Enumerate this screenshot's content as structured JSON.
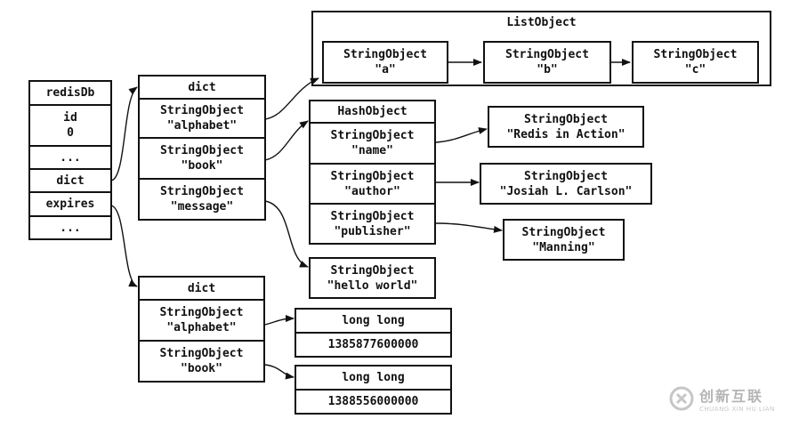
{
  "redisDb": {
    "title": "redisDb",
    "id": "id\n0",
    "ellipsis_1": "...",
    "dict": "dict",
    "expires": "expires",
    "ellipsis_2": "..."
  },
  "dict_main": {
    "title": "dict",
    "key_alphabet": "StringObject\n\"alphabet\"",
    "key_book": "StringObject\n\"book\"",
    "key_message": "StringObject\n\"message\""
  },
  "list_object": {
    "title": "ListObject",
    "item_a": "StringObject\n\"a\"",
    "item_b": "StringObject\n\"b\"",
    "item_c": "StringObject\n\"c\""
  },
  "hash_object": {
    "title": "HashObject",
    "field_name": "StringObject\n\"name\"",
    "field_author": "StringObject\n\"author\"",
    "field_publisher": "StringObject\n\"publisher\""
  },
  "hash_values": {
    "name": "StringObject\n\"Redis in Action\"",
    "author": "StringObject\n\"Josiah L. Carlson\"",
    "publisher": "StringObject\n\"Manning\""
  },
  "message_value": "StringObject\n\"hello world\"",
  "dict_expires": {
    "title": "dict",
    "key_alphabet": "StringObject\n\"alphabet\"",
    "key_book": "StringObject\n\"book\""
  },
  "expire_alphabet": {
    "type": "long long",
    "value": "1385877600000"
  },
  "expire_book": {
    "type": "long long",
    "value": "1388556000000"
  },
  "watermark": {
    "cn": "创新互联",
    "en": "CHUANG XIN HU LIAN"
  }
}
